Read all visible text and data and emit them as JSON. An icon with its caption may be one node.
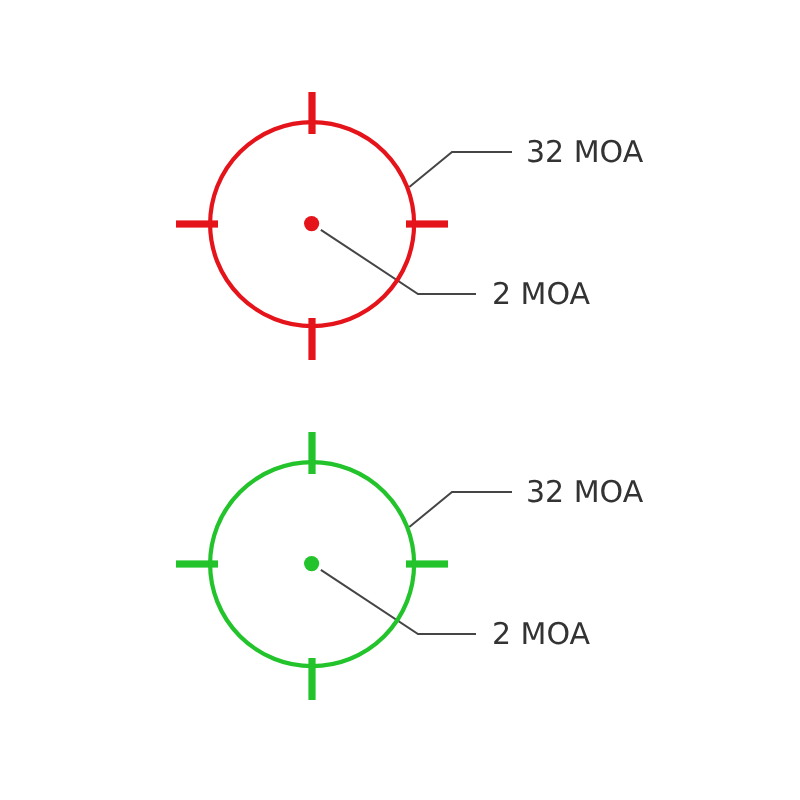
{
  "diagram": {
    "nodes": [
      {
        "text": [],
        "shape": "circle"
      },
      {
        "text": [],
        "shape": "circle",
        "in": 0
      },
      {
        "text": [
          "32 MOA"
        ]
      },
      {
        "text": [
          "2 MOA"
        ]
      },
      {
        "text": [],
        "shape": "circle"
      },
      {
        "text": [],
        "shape": "circle",
        "in": 4
      },
      {
        "text": [
          "32 MOA"
        ]
      },
      {
        "text": [
          "2 MOA"
        ]
      }
    ],
    "edges": [
      {
        "from": 2,
        "to": 0,
        "arrow": "none"
      },
      {
        "from": 3,
        "to": 1,
        "arrow": "none"
      },
      {
        "from": 6,
        "to": 4,
        "arrow": "none"
      },
      {
        "from": 7,
        "to": 5,
        "arrow": "none"
      }
    ]
  }
}
